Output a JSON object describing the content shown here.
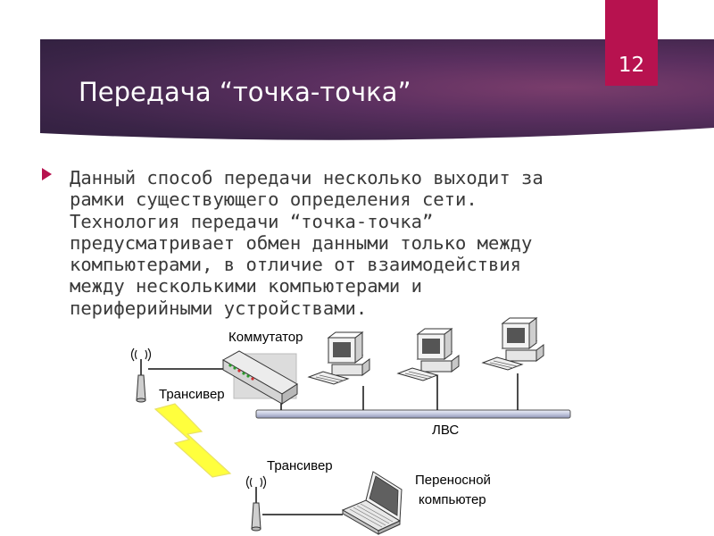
{
  "slide": {
    "title": "Передача “точка-точка”",
    "page_number": "12",
    "body_lines": [
      "Данный способ передачи несколько выходит за",
      "рамки существующего определения сети.",
      "Технология передачи “точка-точка”",
      "предусматривает обмен данными только между",
      "компьютерами, в отличие от взаимодействия",
      "между несколькими компьютерами и",
      "периферийными устройствами."
    ]
  },
  "diagram": {
    "switch_label": "Коммутатор",
    "transceiver_label_1": "Трансивер",
    "transceiver_label_2": "Трансивер",
    "lan_label": "ЛВС",
    "laptop_label_line1": "Переносной",
    "laptop_label_line2": "компьютер"
  },
  "colors": {
    "accent": "#b7124f",
    "banner": "#5a2f5f",
    "lan_bus": "#c9cfe6",
    "lightning": "#ffff33"
  }
}
